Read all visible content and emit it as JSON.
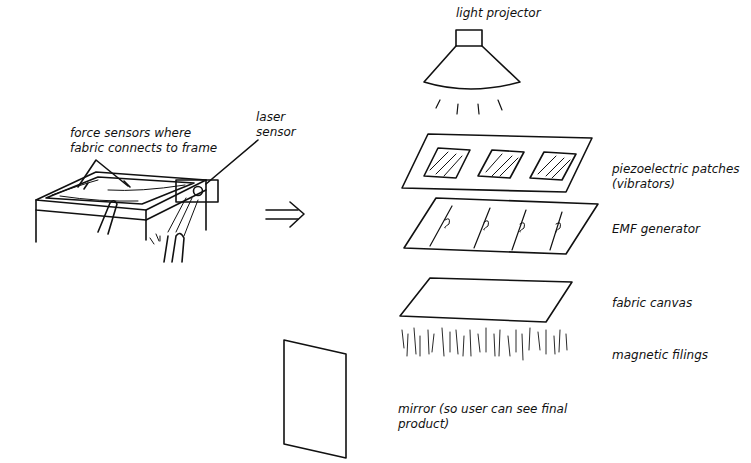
{
  "diagram": {
    "labels": [
      "force sensors where fabric connects to frame",
      "laser sensor",
      "light projector",
      "piezoelectric patches (vibrators)",
      "EMF generator",
      "fabric canvas",
      "magnetic filings",
      "mirror (so user can see final product)"
    ]
  }
}
